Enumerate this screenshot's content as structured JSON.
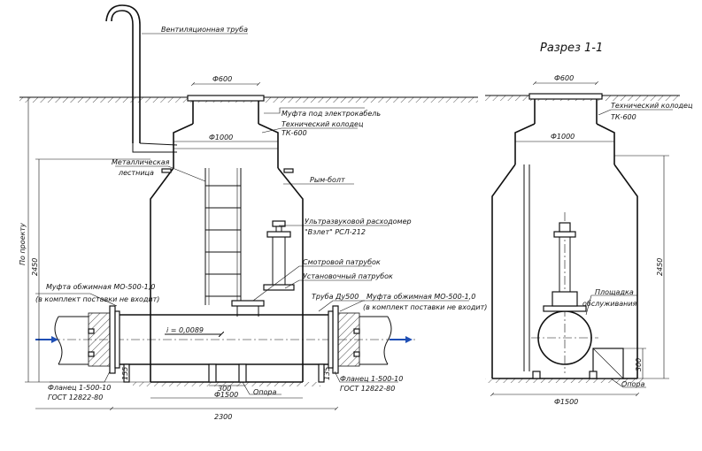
{
  "section_title": "Разрез 1-1",
  "labels": {
    "vent_pipe": "Вентиляционная труба",
    "cable_sleeve": "Муфта под электрокабель",
    "tech_well_line1": "Технический колодец",
    "tech_well_line2": "ТК-600",
    "ladder_line1": "Металлическая",
    "ladder_line2": "лестница",
    "eye_bolt": "Рым-болт",
    "flowmeter_line1": "Ультразвуковой расходомер",
    "flowmeter_line2": "\"Взлет\" РСЛ-212",
    "inspection_nozzle": "Смотровой патрубок",
    "mounting_nozzle": "Установочный патрубок",
    "pipe_du500": "Труба Ду500",
    "crimp_left_line1": "Муфта обжимная МО-500-1,0",
    "crimp_left_line2": "(в комплект поставки не входит)",
    "crimp_right_line1": "Муфта обжимная МО-500-1,0",
    "crimp_right_line2": "(в комплект поставки не входит)",
    "flange_left_line1": "Фланец 1-500-10",
    "flange_left_line2": "ГОСТ 12822-80",
    "flange_right_line1": "Фланец 1-500-10",
    "flange_right_line2": "ГОСТ 12822-80",
    "support": "Опора",
    "slope": "i = 0,0089",
    "by_project": "По проекту",
    "right_tech_well_line1": "Технический колодец",
    "right_tech_well_line2": "ТК-600",
    "platform_line1": "Площадка",
    "platform_line2": "обслуживания",
    "right_support": "Опора"
  },
  "dimensions": {
    "d600_left": "Ф600",
    "d1000_left": "Ф1000",
    "d1500_left": "Ф1500",
    "length_2300": "2300",
    "width_300": "300",
    "h2450_left": "2450",
    "h155_left": "155",
    "h135_right": "135",
    "d600_right": "Ф600",
    "d1000_right": "Ф1000",
    "d1500_right": "Ф1500",
    "h2450_right": "2450",
    "h300_right": "300"
  },
  "colors": {
    "line": "#111111",
    "flow_arrow": "#1f4fb5",
    "background": "#ffffff"
  }
}
